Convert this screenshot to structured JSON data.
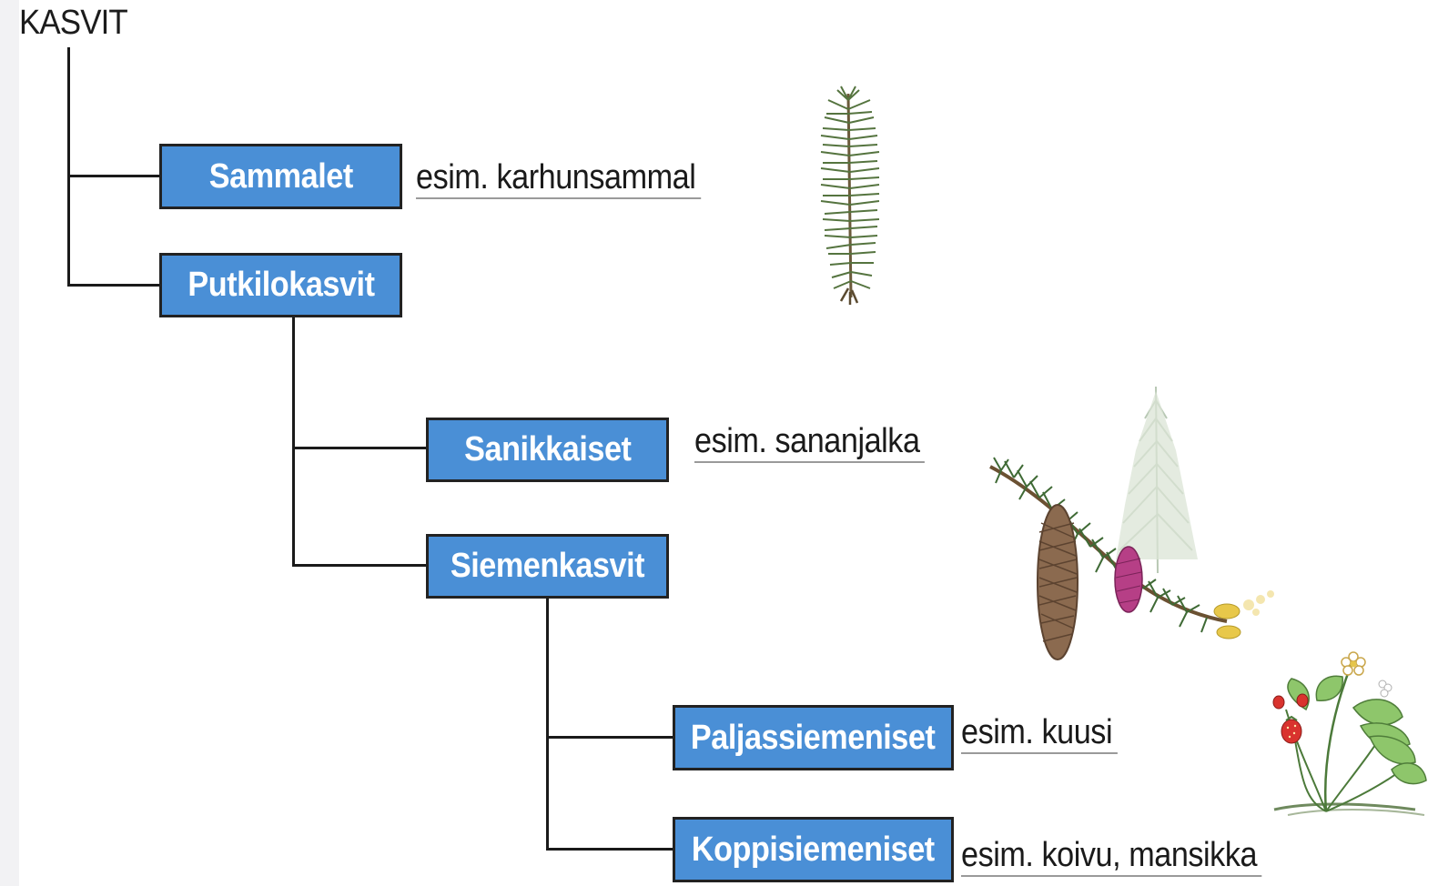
{
  "diagram": {
    "root": {
      "label": "KASVIT"
    },
    "nodes": [
      {
        "id": "sammalet",
        "label": "Sammalet",
        "example": "esim. karhunsammal"
      },
      {
        "id": "putkilokasvit",
        "label": "Putkilokasvit",
        "example": ""
      },
      {
        "id": "sanikkaiset",
        "label": "Sanikkaiset",
        "example": "esim. sananjalka"
      },
      {
        "id": "siemenkasvit",
        "label": "Siemenkasvit",
        "example": ""
      },
      {
        "id": "paljassiemeniset",
        "label": "Paljassiemeniset",
        "example": "esim. kuusi"
      },
      {
        "id": "koppisiemeniset",
        "label": "Koppisiemeniset",
        "example": "esim. koivu, mansikka"
      }
    ],
    "colors": {
      "node_fill": "#4a8fd6",
      "node_border": "#222222",
      "line": "#1a1a1a",
      "text": "#1a1a1a"
    },
    "illustrations": [
      "moss-illustration",
      "spruce-branch-illustration",
      "wild-strawberry-illustration"
    ]
  }
}
